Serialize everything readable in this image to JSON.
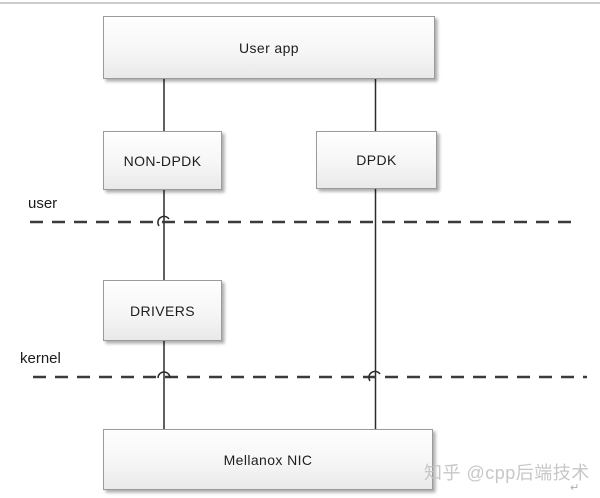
{
  "diagram": {
    "nodes": {
      "user_app": {
        "label": "User app"
      },
      "non_dpdk": {
        "label": "NON-DPDK"
      },
      "dpdk": {
        "label": "DPDK"
      },
      "drivers": {
        "label": "DRIVERS"
      },
      "nic": {
        "label": "Mellanox NIC"
      }
    },
    "boundaries": {
      "user": {
        "label": "user"
      },
      "kernel": {
        "label": "kernel"
      }
    },
    "edges": [
      {
        "from": "user_app",
        "to": "non_dpdk"
      },
      {
        "from": "user_app",
        "to": "dpdk"
      },
      {
        "from": "non_dpdk",
        "to": "drivers"
      },
      {
        "from": "drivers",
        "to": "nic"
      },
      {
        "from": "dpdk",
        "to": "nic"
      }
    ],
    "colors": {
      "box_border": "#9b9b9b",
      "box_fill_top": "#fefefe",
      "box_fill_bottom": "#e9e9e9",
      "edge_line": "#2b2b2b",
      "dashed_line": "#3b3b3b",
      "text": "#1e1e1e",
      "watermark": "#c7c7c7"
    }
  },
  "watermark": {
    "text": "知乎 @cpp后端技术",
    "return_glyph": "↵"
  }
}
